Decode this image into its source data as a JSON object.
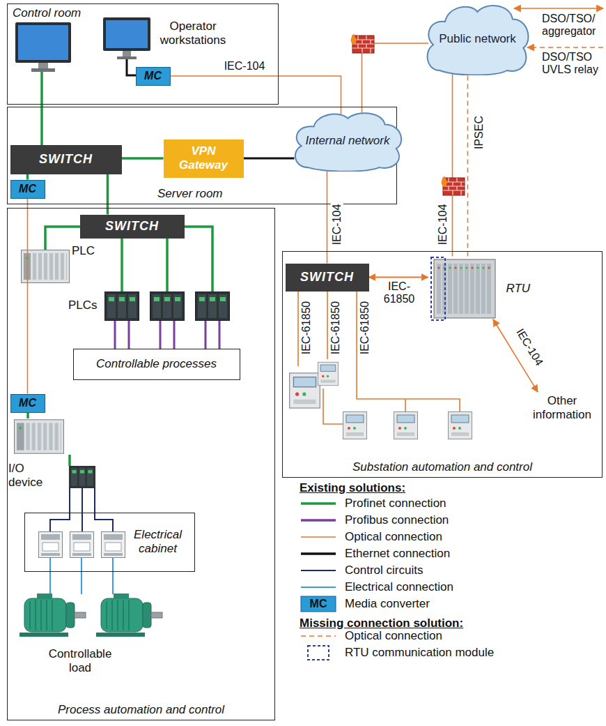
{
  "diagram": {
    "nodes": [
      {
        "text": [
          "Control room"
        ]
      },
      {
        "text": [
          "MC"
        ],
        "in": 0
      },
      {
        "text": [
          "Server room"
        ]
      },
      {
        "text": [
          "SWITCH"
        ],
        "in": 2
      },
      {
        "text": [
          "VPN Gateway"
        ],
        "in": 2
      },
      {
        "text": [
          "Internal network"
        ],
        "in": 2
      },
      {
        "text": [
          "MC"
        ],
        "in": 2
      },
      {
        "text": [
          "Public network"
        ]
      },
      {
        "text": [
          "Process automation and control"
        ]
      },
      {
        "text": [
          "SWITCH"
        ],
        "in": 8
      },
      {
        "text": [
          "Controllable processes"
        ],
        "in": 8
      },
      {
        "text": [
          "MC"
        ],
        "in": 8
      },
      {
        "text": [
          "Electrical cabinet"
        ],
        "in": 8
      },
      {
        "text": [
          "Substation automation and control"
        ]
      },
      {
        "text": [
          "SWITCH"
        ],
        "in": 13
      },
      {
        "text": [
          "RTU"
        ],
        "in": 13
      }
    ],
    "edges": [
      {
        "from": 1,
        "to": 5,
        "arrow": "none",
        "label": "IEC-104"
      },
      {
        "from": 3,
        "to": 4,
        "arrow": "none"
      },
      {
        "from": 4,
        "to": 5,
        "arrow": "none"
      },
      {
        "from": 5,
        "to": 7,
        "arrow": "none"
      },
      {
        "from": 3,
        "to": 6,
        "arrow": "none"
      },
      {
        "from": 3,
        "to": 9,
        "arrow": "none"
      },
      {
        "from": 6,
        "to": 11,
        "arrow": "none"
      },
      {
        "from": 5,
        "to": 14,
        "arrow": "none",
        "label": "IEC-104"
      },
      {
        "from": 14,
        "to": 15,
        "arrow": "both",
        "label": "IEC- 61850"
      },
      {
        "from": 15,
        "to": 7,
        "arrow": "none",
        "label": "IEC-104"
      },
      {
        "from": 15,
        "to": 7,
        "arrow": "none",
        "label": "IPSEC"
      }
    ],
    "labels": [
      "Operator workstations",
      "PLC",
      "PLCs",
      "I/O device",
      "Controllable load",
      "IEC-61850",
      "IEC-61850",
      "IEC-61850",
      "IEC-104",
      "Other information",
      "DSO/TSO/ aggregator",
      "DSO/TSO UVLS relay",
      "Existing solutions:",
      "MC",
      "Missing connection solution:"
    ],
    "legend": [
      {
        "text": "Profinet connection"
      },
      {
        "text": "Profibus connection"
      },
      {
        "text": "Optical connection"
      },
      {
        "text": "Ethernet connection"
      },
      {
        "text": "Control circuits"
      },
      {
        "text": "Electrical connection"
      },
      {
        "text": "Media converter"
      },
      {
        "text": "Optical connection"
      },
      {
        "text": "RTU communication module"
      }
    ]
  }
}
